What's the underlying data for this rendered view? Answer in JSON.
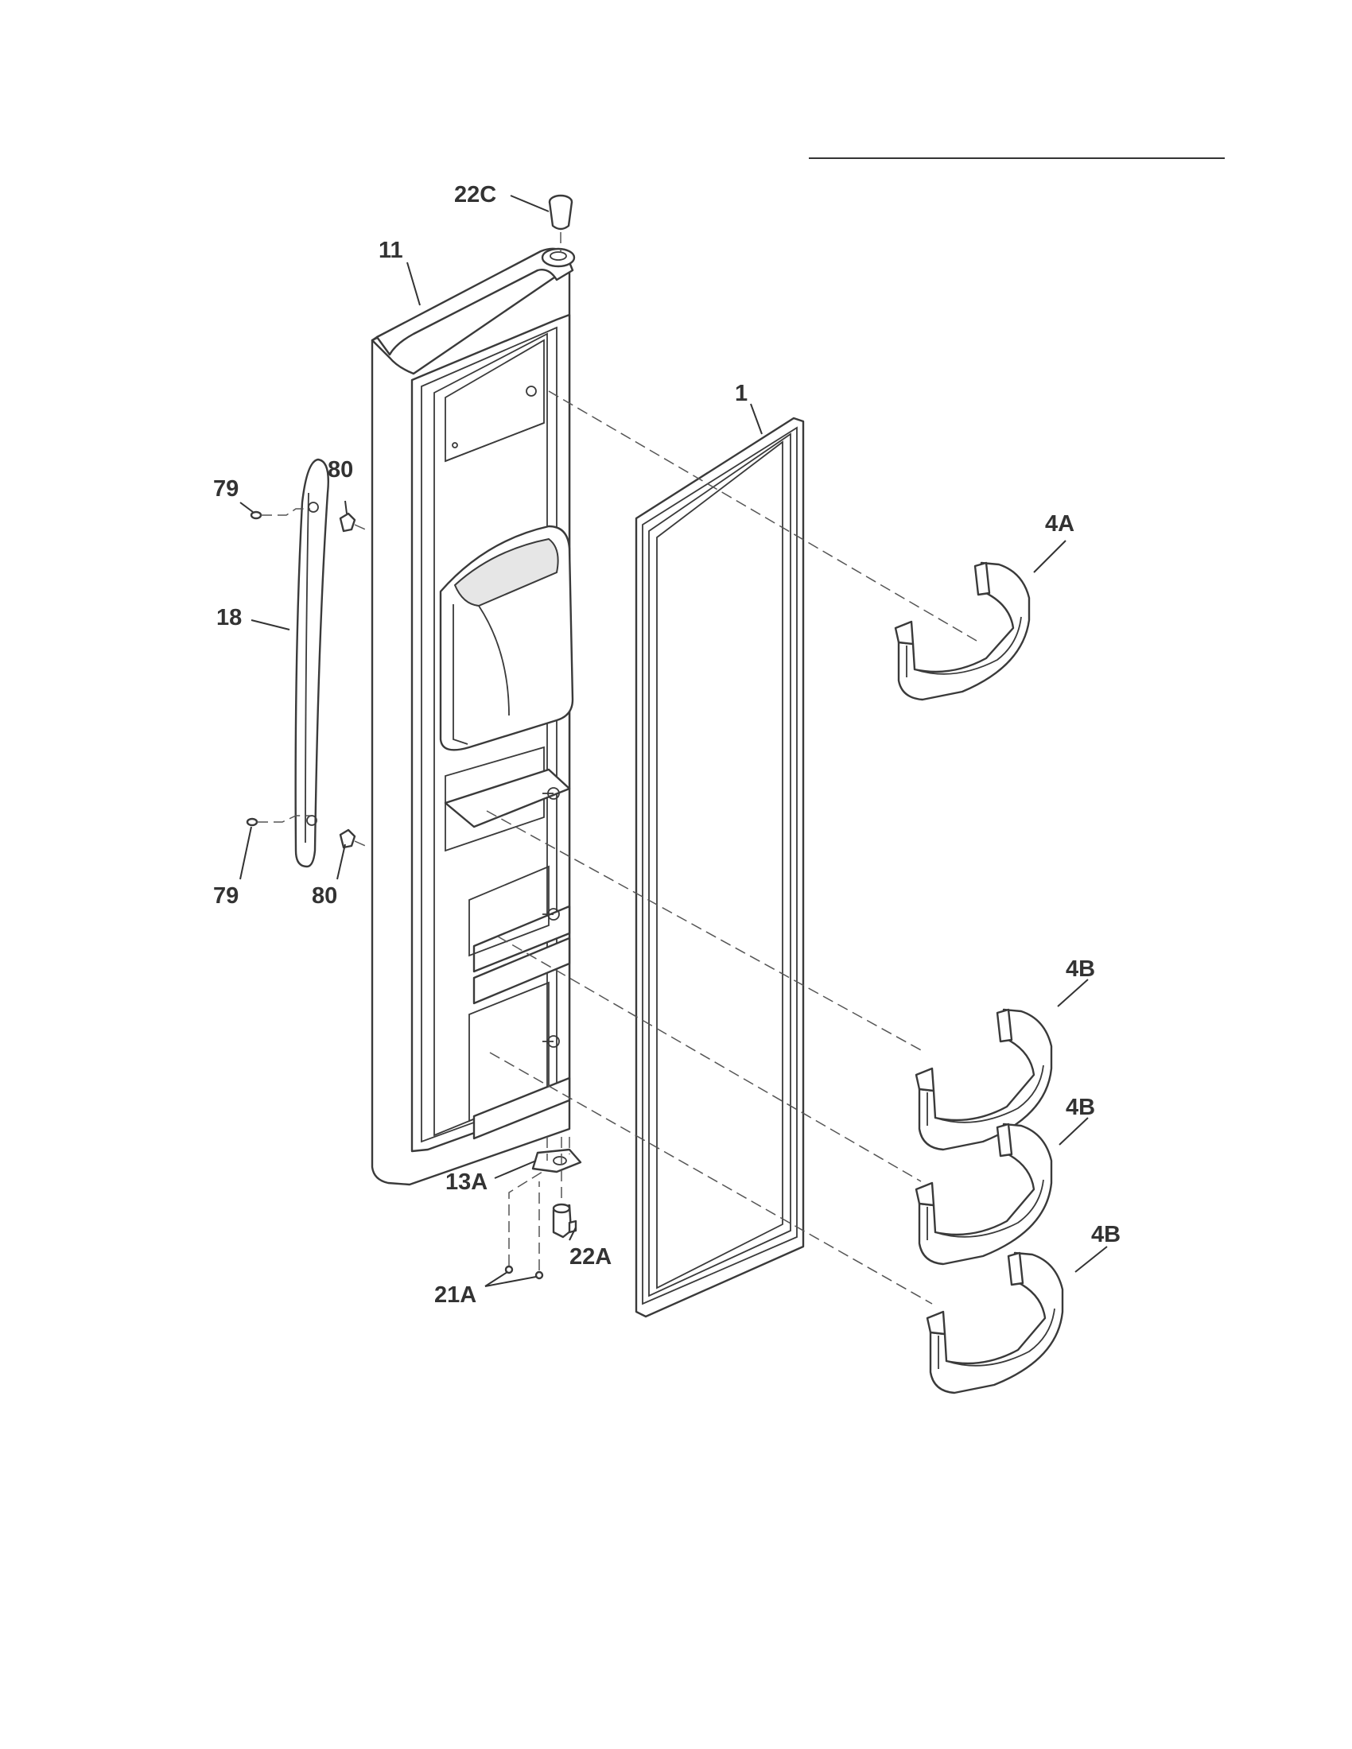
{
  "diagram": {
    "labels": {
      "l22C": "22C",
      "l11": "11",
      "l1": "1",
      "l4A": "4A",
      "l79a": "79",
      "l80a": "80",
      "l18": "18",
      "l79b": "79",
      "l80b": "80",
      "l4B1": "4B",
      "l4B2": "4B",
      "l4B3": "4B",
      "l13A": "13A",
      "l22A": "22A",
      "l21A": "21A"
    }
  }
}
